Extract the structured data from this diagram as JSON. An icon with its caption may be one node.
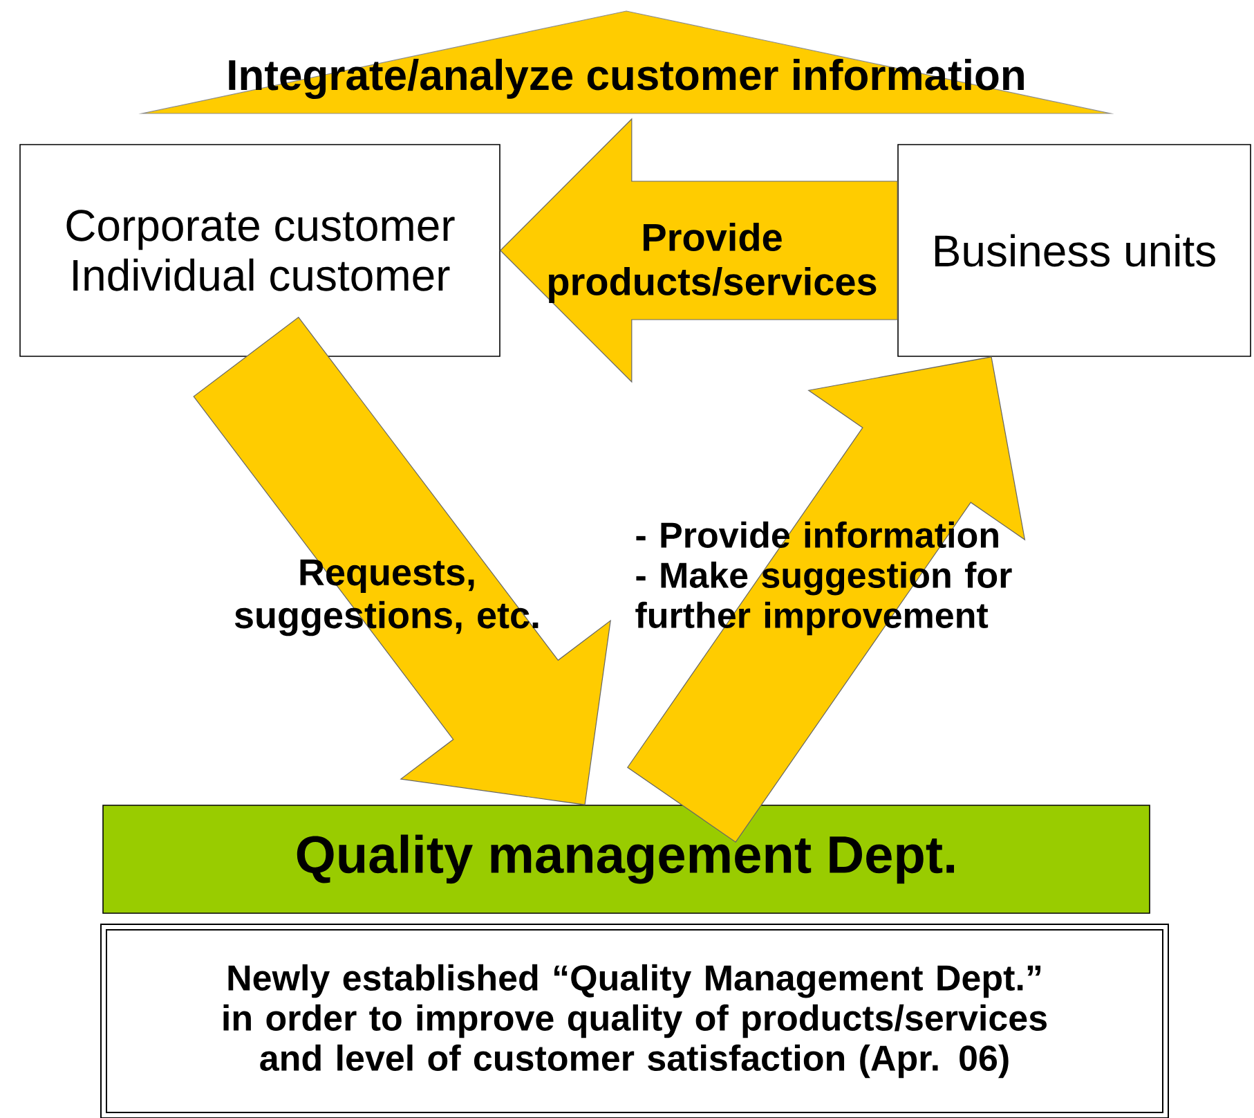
{
  "diagram": {
    "nodes": [
      {
        "text": [
          "Integrate/analyze customer information"
        ]
      },
      {
        "text": [
          "Corporate customer",
          "Individual customer"
        ]
      },
      {
        "text": [
          "Business units"
        ]
      },
      {
        "text": [
          "Quality management Dept."
        ]
      },
      {
        "text": [
          "Newly established “Quality Management Dept.” in order to improve quality of products/services and level of customer satisfaction (Apr. 06)"
        ]
      }
    ],
    "edges": [
      {
        "from": 2,
        "to": 1,
        "arrow": "to",
        "label": "Provide products/services"
      },
      {
        "from": 1,
        "to": 3,
        "arrow": "to",
        "label": "Requests, suggestions, etc."
      },
      {
        "from": 3,
        "to": 2,
        "arrow": "to",
        "label": "- Provide information - Make suggestion for further improvement"
      }
    ]
  }
}
